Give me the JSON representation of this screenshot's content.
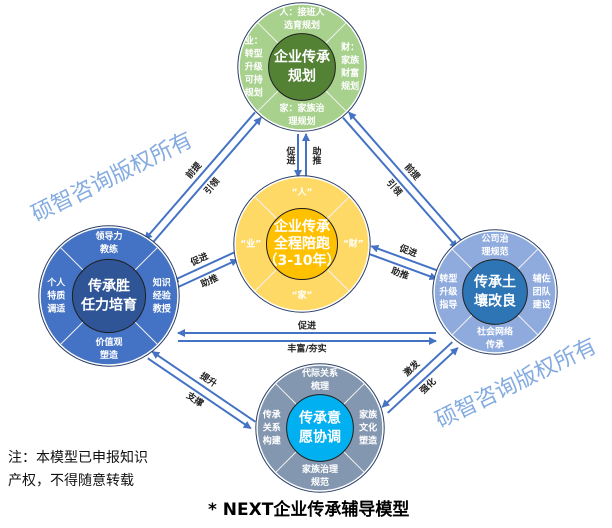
{
  "title": "* NEXT企业传承辅导模型",
  "note": [
    "注：本模型已申报知识",
    "产权，不得随意转载"
  ],
  "watermark": "硕智咨询版权所有",
  "colors": {
    "arrow": "#4472c4"
  },
  "circles": {
    "top": {
      "outer_color": "#a9d18e",
      "inner_color": "#548235",
      "center": [
        "企业传承",
        "规划"
      ],
      "top": [
        "人：接班人",
        "选育规划"
      ],
      "left": [
        "业：",
        "转型",
        "升级",
        "可持",
        "规划"
      ],
      "right": [
        "财：",
        "家族",
        "财富",
        "规划"
      ],
      "bottom": [
        "家：家族治",
        "理规划"
      ]
    },
    "center": {
      "outer_color": "#ffd966",
      "inner_color": "#ffc000",
      "center": [
        "企业传承",
        "全程陪跑",
        "（3-10年）"
      ],
      "top": [
        "“人”"
      ],
      "left": [
        "“业”"
      ],
      "right": [
        "“财”"
      ],
      "bottom": [
        "“家”"
      ]
    },
    "left": {
      "outer_color": "#4472c4",
      "inner_color": "#2f5597",
      "center": [
        "传承胜",
        "任力培育"
      ],
      "top": [
        "领导力",
        "教练"
      ],
      "left": [
        "个人",
        "特质",
        "调适"
      ],
      "right": [
        "知识",
        "经验",
        "教授"
      ],
      "bottom": [
        "价值观",
        "塑造"
      ]
    },
    "right": {
      "outer_color": "#8faadc",
      "inner_color": "#2e75b6",
      "center": [
        "传承土",
        "壤改良"
      ],
      "top": [
        "公司治",
        "理规范"
      ],
      "left": [
        "转型",
        "升级",
        "指导"
      ],
      "right": [
        "辅佐",
        "团队",
        "建设"
      ],
      "bottom": [
        "社会网络",
        "传承"
      ]
    },
    "bottom": {
      "outer_color": "#8497b0",
      "inner_color": "#00b0f0",
      "center": [
        "传承意",
        "愿协调"
      ],
      "top": [
        "代际关系",
        "梳理"
      ],
      "left": [
        "传承",
        "关系",
        "构建"
      ],
      "right": [
        "家族",
        "文化",
        "塑造"
      ],
      "bottom": [
        "家族治理",
        "规范"
      ]
    }
  },
  "links": {
    "top_left": [
      "前提",
      "引领"
    ],
    "top_right": [
      "前提",
      "引领"
    ],
    "top_center": [
      "促进",
      "助推"
    ],
    "left_center": [
      "促进",
      "助推"
    ],
    "right_center": [
      "促进",
      "助推"
    ],
    "left_right": [
      "促进",
      "丰富/夯实"
    ],
    "left_bottom": [
      "提升",
      "支撑"
    ],
    "right_bottom": [
      "激发",
      "强化"
    ]
  }
}
